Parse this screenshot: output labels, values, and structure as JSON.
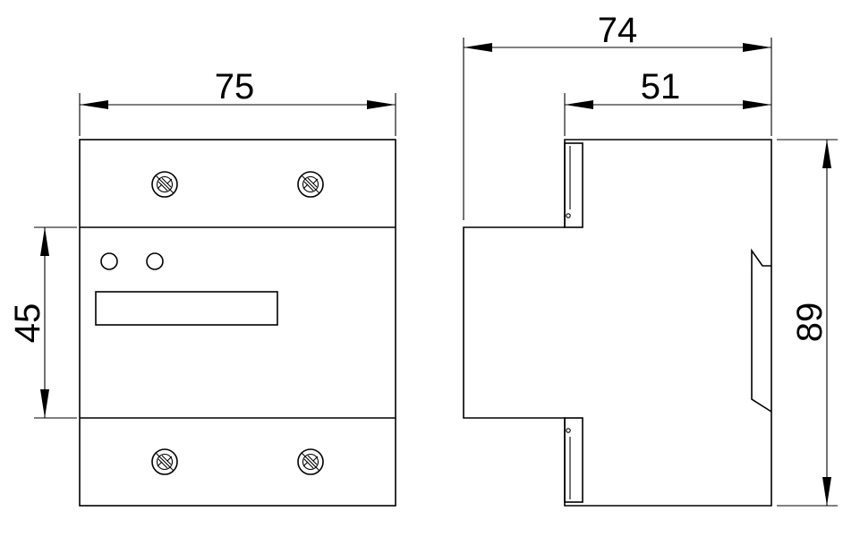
{
  "dimensions": {
    "front_width": "75",
    "front_height": "45",
    "side_depth_total": "74",
    "side_depth_body": "51",
    "side_height": "89"
  },
  "colors": {
    "line": "#000000",
    "background": "#ffffff"
  },
  "icons": {
    "terminal_screw": "screw-icon",
    "indicator": "led-icon"
  }
}
